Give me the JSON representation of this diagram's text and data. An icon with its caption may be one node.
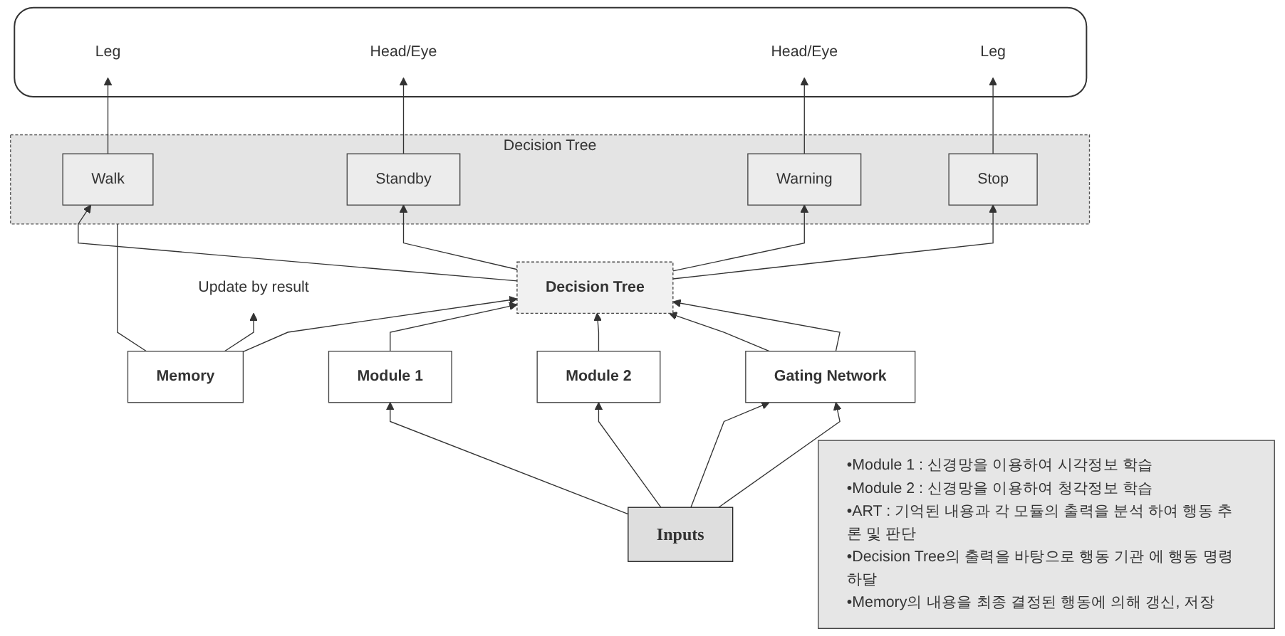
{
  "diagram": {
    "nodes": [
      {
        "text": [],
        "shape": "box"
      },
      {
        "text": [
          "Leg"
        ],
        "in": 0
      },
      {
        "text": [
          "Head/Eye"
        ],
        "in": 0
      },
      {
        "text": [
          "Head/Eye"
        ],
        "in": 0
      },
      {
        "text": [
          "Leg"
        ],
        "in": 0
      },
      {
        "text": [
          "Decision Tree"
        ]
      },
      {
        "text": [
          "Walk"
        ],
        "in": 5
      },
      {
        "text": [
          "Standby"
        ],
        "in": 5
      },
      {
        "text": [
          "Warning"
        ],
        "in": 5
      },
      {
        "text": [
          "Stop"
        ],
        "in": 5
      },
      {
        "text": [
          "Memory"
        ]
      },
      {
        "text": [
          "Decision Tree"
        ]
      },
      {
        "text": [
          "Update by result"
        ]
      },
      {
        "text": [
          "Gating Network"
        ]
      },
      {
        "text": [
          "Module 1"
        ]
      },
      {
        "text": [
          "Module 2"
        ]
      },
      {
        "text": [
          "Inputs"
        ]
      },
      {
        "text": [
          "•Module 1 : 신경망을 이용하여 시각정보 학습",
          "•Module 2 : 신경망을 이용하여 청각정보 학습",
          "•ART : 기억된 내용과 각 모듈의 출력을 분석 하여 행동 추론 및 판단",
          "•Decision Tree의 출력을 바탕으로 행동 기관 에 행동 명령 하달",
          "•Memory의 내용을 최종 결정된 행동에 의해 갱신, 저장"
        ]
      }
    ],
    "edges": [
      {
        "from": 6,
        "to": 1,
        "arrow": "to"
      },
      {
        "from": 7,
        "to": 2,
        "arrow": "to"
      },
      {
        "from": 8,
        "to": 3,
        "arrow": "to"
      },
      {
        "from": 9,
        "to": 4,
        "arrow": "to"
      },
      {
        "from": 11,
        "to": 6,
        "arrow": "to"
      },
      {
        "from": 11,
        "to": 7,
        "arrow": "to"
      },
      {
        "from": 11,
        "to": 8,
        "arrow": "to"
      },
      {
        "from": 11,
        "to": 9,
        "arrow": "to"
      },
      {
        "from": 5,
        "to": 10,
        "arrow": "none"
      },
      {
        "from": 10,
        "to": 11,
        "arrow": "to"
      },
      {
        "from": 10,
        "to": 12,
        "arrow": "to"
      },
      {
        "from": 14,
        "to": 11,
        "arrow": "to"
      },
      {
        "from": 15,
        "to": 11,
        "arrow": "to"
      },
      {
        "from": 13,
        "to": 11,
        "arrow": "to"
      },
      {
        "from": 13,
        "to": 11,
        "arrow": "to"
      },
      {
        "from": 16,
        "to": 14,
        "arrow": "to"
      },
      {
        "from": 16,
        "to": 15,
        "arrow": "to"
      },
      {
        "from": 16,
        "to": 13,
        "arrow": "to"
      },
      {
        "from": 16,
        "to": 13,
        "arrow": "to"
      }
    ]
  }
}
